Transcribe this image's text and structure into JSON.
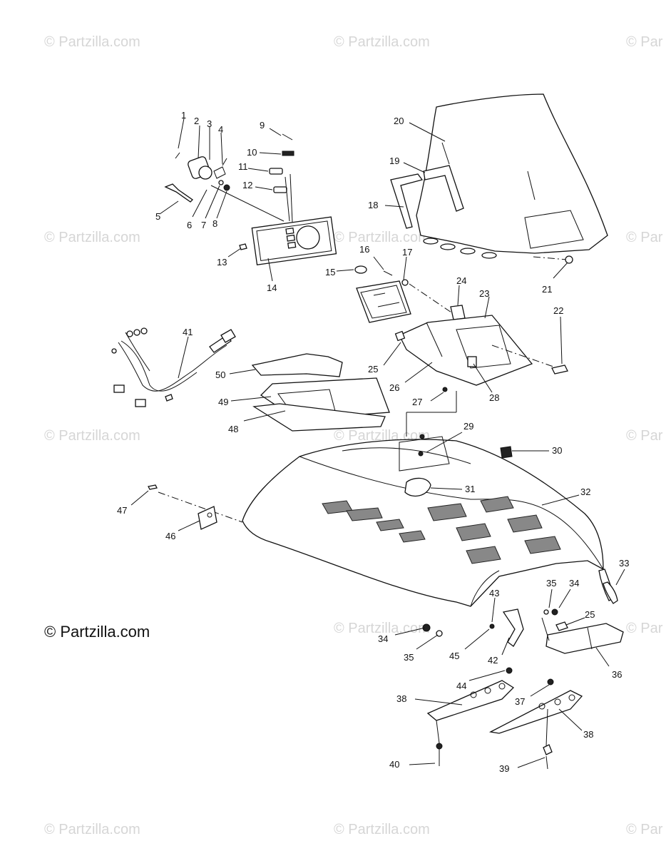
{
  "watermark": "© Partzilla.com",
  "watermark_short": "© Par",
  "copyright": "© Partzilla.com",
  "labels": [
    "1",
    "2",
    "3",
    "4",
    "5",
    "6",
    "7",
    "8",
    "9",
    "10",
    "11",
    "12",
    "13",
    "14",
    "15",
    "16",
    "17",
    "18",
    "19",
    "20",
    "21",
    "22",
    "23",
    "24",
    "25",
    "25",
    "26",
    "27",
    "28",
    "29",
    "30",
    "31",
    "32",
    "33",
    "34",
    "34",
    "35",
    "35",
    "36",
    "37",
    "38",
    "38",
    "39",
    "40",
    "41",
    "42",
    "43",
    "44",
    "45",
    "46",
    "47",
    "48",
    "49",
    "50"
  ]
}
